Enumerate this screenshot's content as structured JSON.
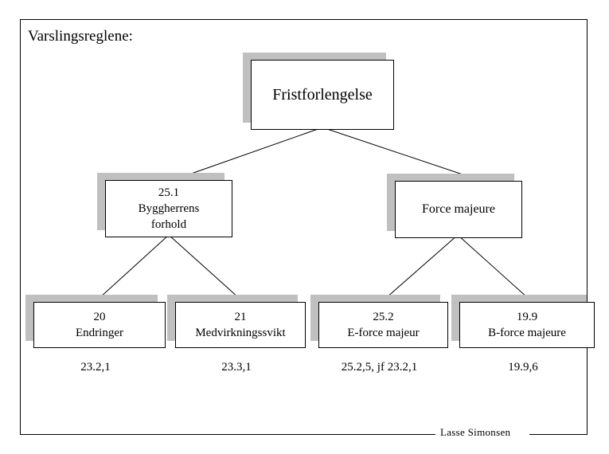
{
  "page": {
    "title": "Varslingsreglene:",
    "signature": "Lasse Simonsen",
    "frame_color": "#000000",
    "box_shadow_color": "#c0c0c0",
    "background_color": "#ffffff"
  },
  "diagram": {
    "type": "tree",
    "root": {
      "id": "fristforlengelse",
      "lines": [
        "Fristforlengelse"
      ]
    },
    "level2": [
      {
        "id": "byggherrens",
        "lines": [
          "25.1",
          "Byggherrens",
          "forhold"
        ]
      },
      {
        "id": "force-majeure",
        "lines": [
          "Force majeure"
        ]
      }
    ],
    "level3": [
      {
        "id": "endringer",
        "lines": [
          "20",
          "Endringer"
        ],
        "caption": "23.2,1",
        "parent": "byggherrens"
      },
      {
        "id": "medvirkning",
        "lines": [
          "21",
          "Medvirkningssvikt"
        ],
        "caption": "23.3,1",
        "parent": "byggherrens"
      },
      {
        "id": "eforce",
        "lines": [
          "25.2",
          "E-force majeur"
        ],
        "caption": "25.2,5, jf 23.2,1",
        "parent": "force-majeure"
      },
      {
        "id": "bforce",
        "lines": [
          "19.9",
          "B-force majeure"
        ],
        "caption": "19.9,6",
        "parent": "force-majeure"
      }
    ]
  }
}
